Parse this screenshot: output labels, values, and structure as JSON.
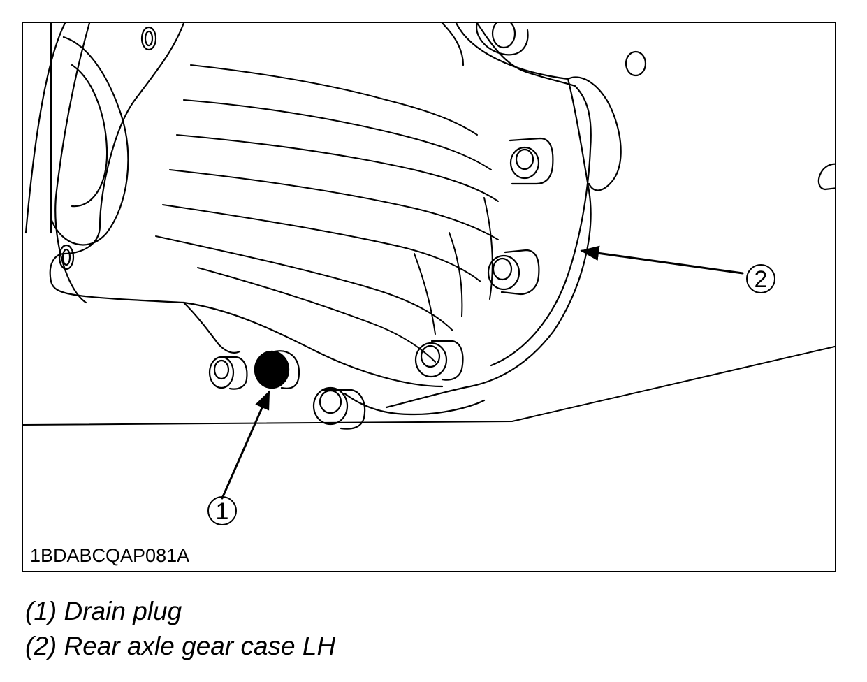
{
  "figure": {
    "code": "1BDABCQAP081A",
    "callouts": [
      {
        "number": "1",
        "target": "drain-plug"
      },
      {
        "number": "2",
        "target": "rear-axle-gear-case"
      }
    ]
  },
  "legend": {
    "items": [
      "(1) Drain plug",
      "(2) Rear axle gear case LH"
    ]
  }
}
